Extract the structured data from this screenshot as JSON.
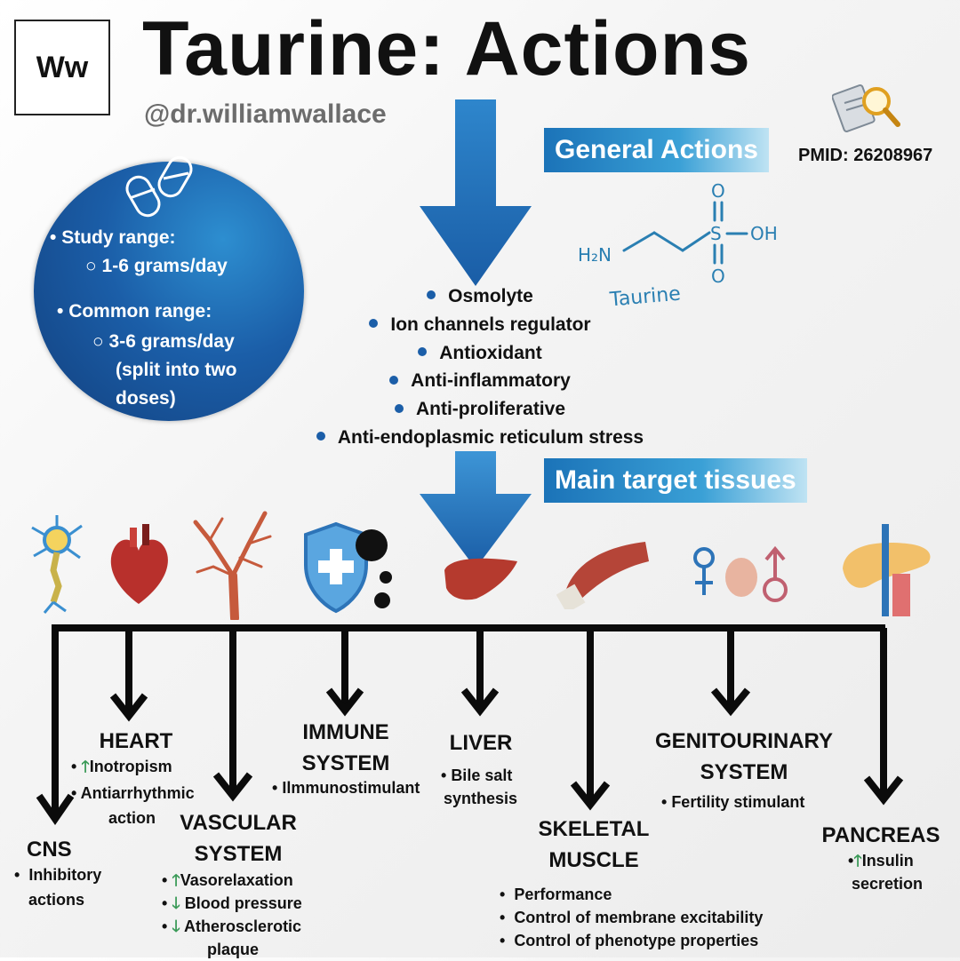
{
  "header": {
    "logo": "Ww",
    "title": "Taurine: Actions",
    "handle": "@dr.williamwallace",
    "pmid": "PMID: 26208967"
  },
  "labels": {
    "general_actions": "General Actions",
    "main_target_tissues": "Main target tissues"
  },
  "dosing": {
    "study_range_label": "Study range:",
    "study_range_value": "1-6 grams/day",
    "common_range_label": "Common range:",
    "common_range_value_1": "3-6 grams/day",
    "common_range_value_2": "(split into two",
    "common_range_value_3": "doses)"
  },
  "molecule": {
    "name": "Taurine",
    "h2n": "H₂N",
    "s": "S",
    "oh": "OH",
    "o": "O"
  },
  "general_actions": [
    "Osmolyte",
    "Ion channels regulator",
    "Antioxidant",
    "Anti-inflammatory",
    "Anti-proliferative",
    "Anti-endoplasmic reticulum stress"
  ],
  "tissues": {
    "cns": {
      "title": "CNS",
      "items": [
        "Inhibitory",
        "actions"
      ]
    },
    "heart": {
      "title": "HEART",
      "items": [
        "Inotropism",
        "Antiarrhythmic",
        "action"
      ]
    },
    "vascular": {
      "title_1": "VASCULAR",
      "title_2": "SYSTEM",
      "items": [
        "Vasorelaxation",
        "Blood pressure",
        "Atherosclerotic",
        "plaque"
      ]
    },
    "immune": {
      "title_1": "IMMUNE",
      "title_2": "SYSTEM",
      "items": [
        "Ilmmunostimulant"
      ]
    },
    "liver": {
      "title": "LIVER",
      "items": [
        "Bile salt",
        "synthesis"
      ]
    },
    "skeletal": {
      "title_1": "SKELETAL",
      "title_2": "MUSCLE",
      "items": [
        "Performance",
        "Control of membrane excitability",
        "Control of phenotype properties"
      ]
    },
    "genito": {
      "title_1": "GENITOURINARY",
      "title_2": "SYSTEM",
      "items": [
        "Fertility stimulant"
      ]
    },
    "pancreas": {
      "title": "PANCREAS",
      "items": [
        "Insulin",
        "secretion"
      ]
    }
  },
  "colors": {
    "accent_blue": "#1b73b8",
    "arrow_blue": "#1d6cb3",
    "up_green": "#3a9a57"
  },
  "icons": [
    "pills-icon",
    "search-document-icon",
    "neuron-icon",
    "heart-icon",
    "blood-vessels-icon",
    "immune-shield-icon",
    "liver-icon",
    "muscle-icon",
    "fertility-icon",
    "pancreas-icon"
  ]
}
